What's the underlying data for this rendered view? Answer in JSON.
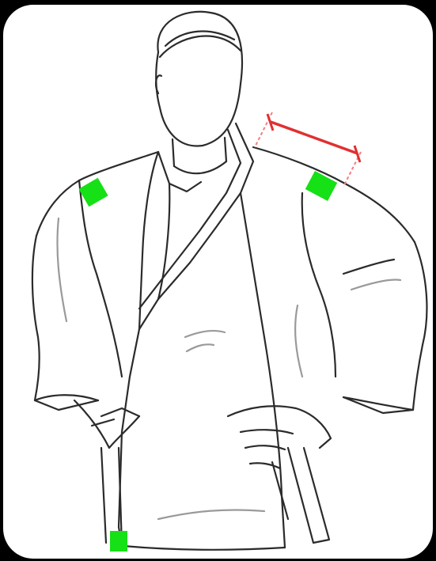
{
  "figure": {
    "background": "#000000",
    "card_color": "#ffffff",
    "line_color": "#2b2b2b",
    "light_line_color": "#9a9a9a"
  },
  "markers": {
    "color": "#16e016",
    "items": [
      {
        "id": "right-shoulder-seam-marker"
      },
      {
        "id": "left-shoulder-seam-marker"
      },
      {
        "id": "jacket-hem-marker"
      }
    ]
  },
  "measurement": {
    "color": "#e03030",
    "guide_color": "#f08080",
    "subject": "shoulder-width"
  },
  "icons": [
    "judo-gi-jacket-illustration",
    "measure-arrow-icon"
  ]
}
